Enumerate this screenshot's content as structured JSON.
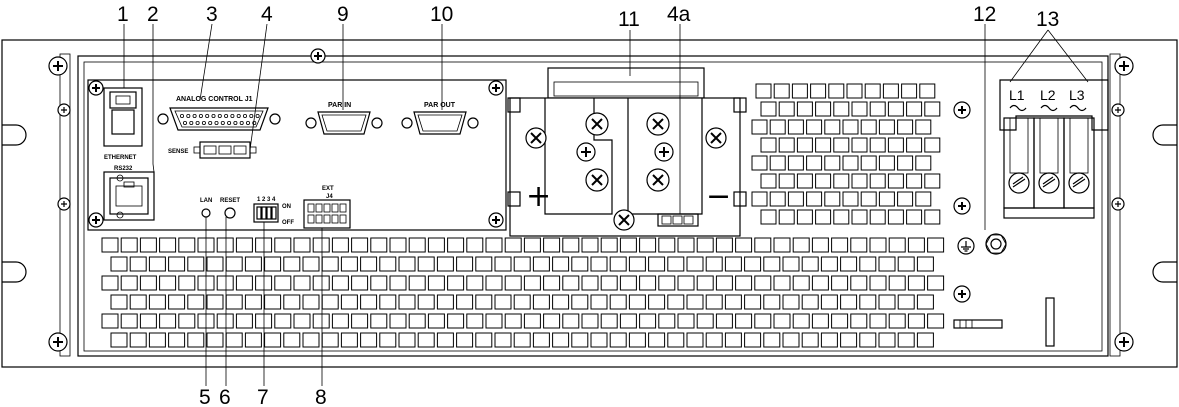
{
  "callouts": [
    "1",
    "2",
    "3",
    "4",
    "9",
    "10",
    "11",
    "4a",
    "12",
    "13",
    "5",
    "6",
    "7",
    "8"
  ],
  "panel_labels": {
    "ethernet": "ETHERNET",
    "rs232": "RS232",
    "analog_control": "ANALOG  CONTROL  J1",
    "sense": "SENSE",
    "par_in": "PAR IN",
    "par_out": "PAR OUT",
    "lan": "LAN",
    "reset": "RESET",
    "dip_numbers": [
      "1",
      "2",
      "3",
      "4"
    ],
    "dip_on": "ON",
    "dip_off": "OFF",
    "ext": "EXT",
    "ext_sub": "J4"
  },
  "polarity": {
    "plus": "+",
    "minus": "−"
  },
  "phases": [
    "L1",
    "L2",
    "L3"
  ]
}
